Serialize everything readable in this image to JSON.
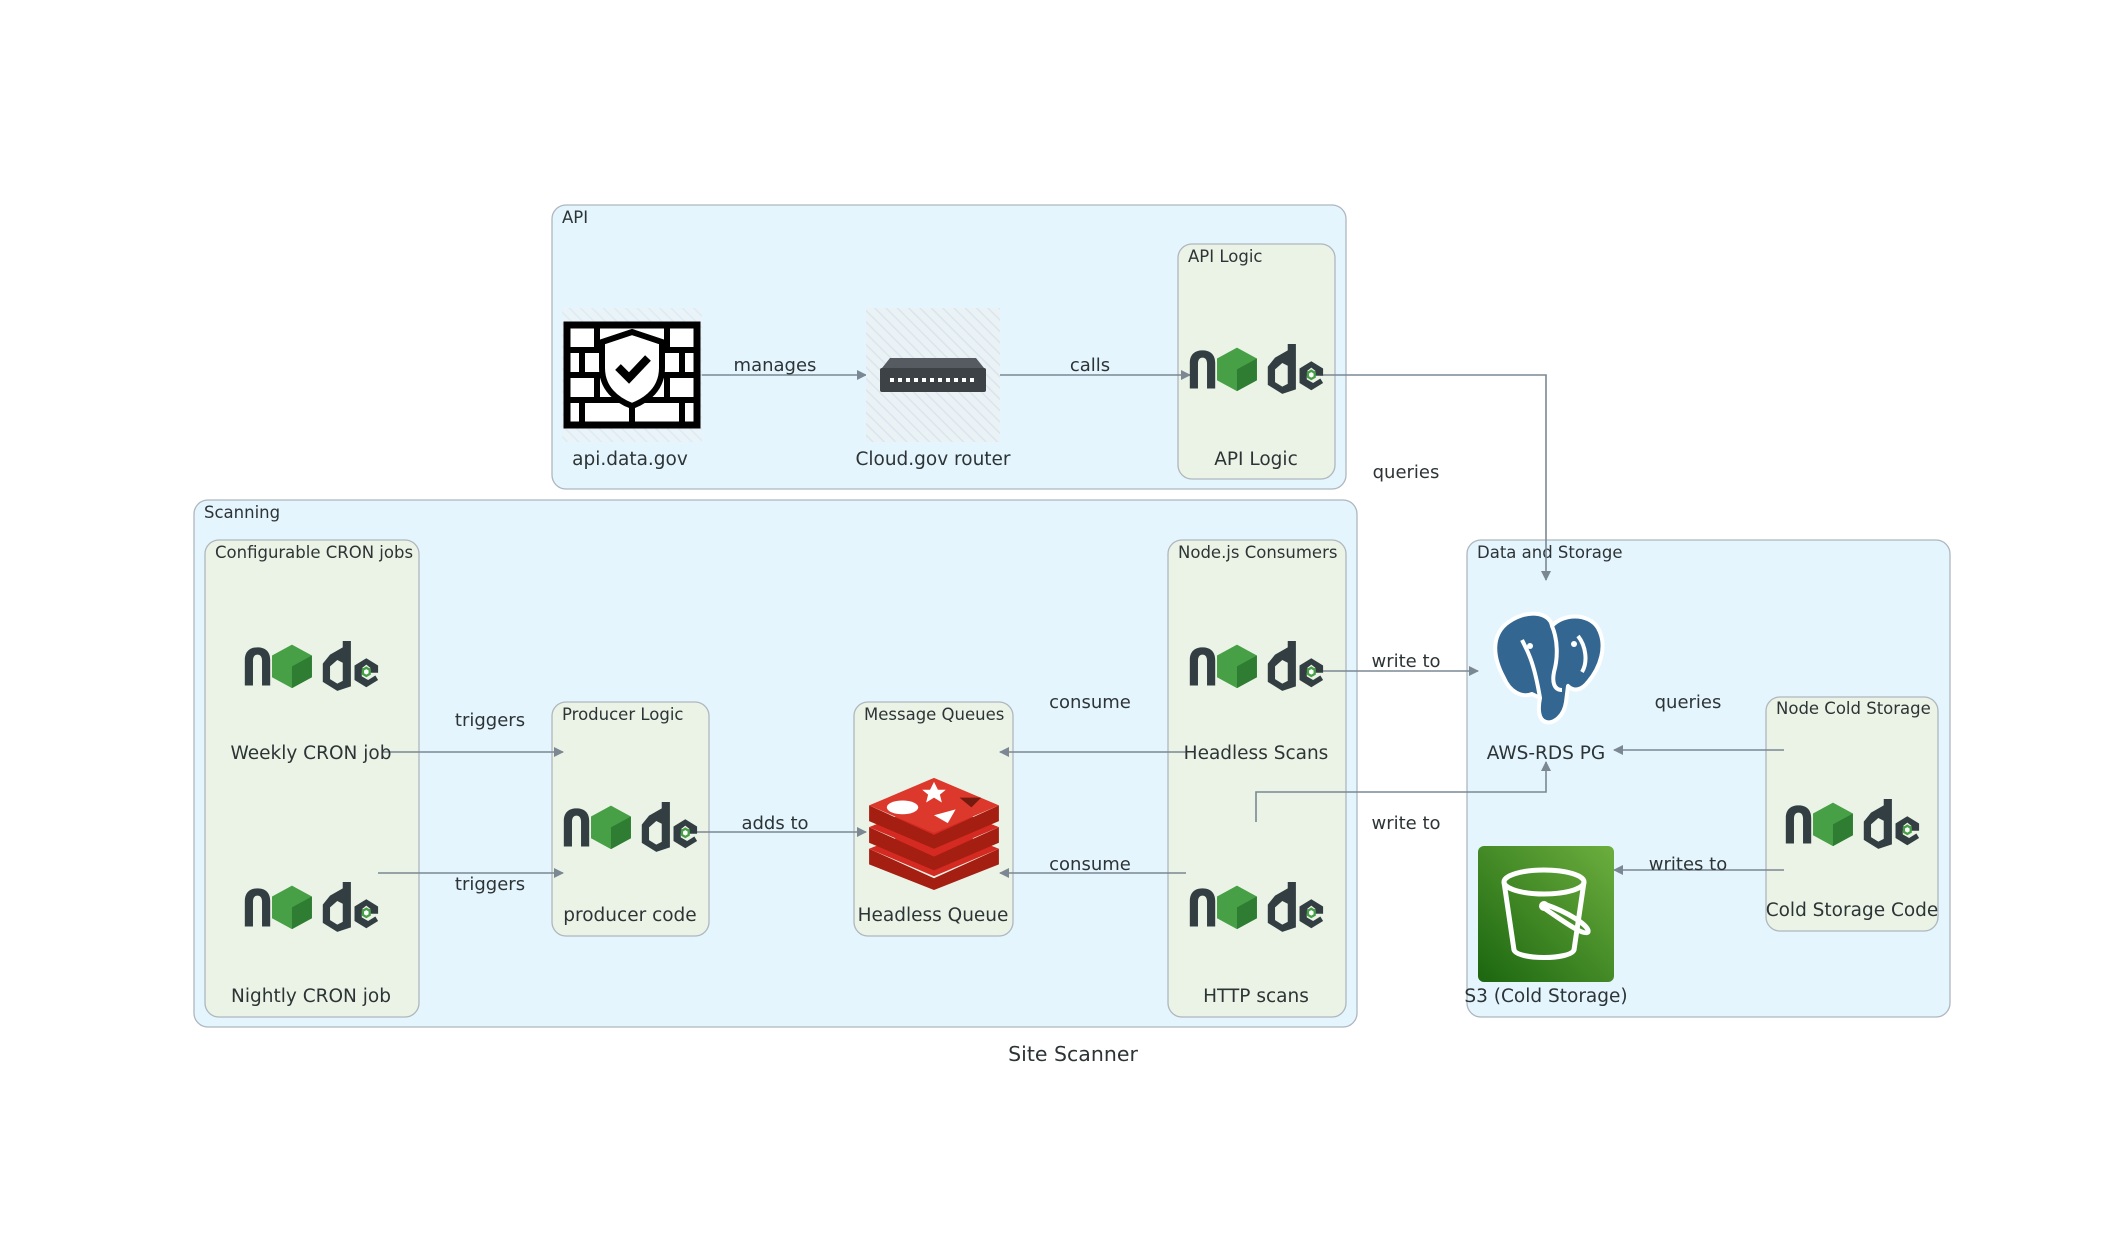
{
  "title": "Site Scanner",
  "clusters": {
    "api": "API",
    "api_logic": "API Logic",
    "scanning": "Scanning",
    "cron": "Configurable CRON jobs",
    "producer": "Producer Logic",
    "queues": "Message Queues",
    "consumers": "Node.js Consumers",
    "storage": "Data and Storage",
    "cold": "Node Cold Storage"
  },
  "nodes": {
    "api_data_gov": "api.data.gov",
    "router": "Cloud.gov router",
    "api_logic": "API Logic",
    "weekly": "Weekly CRON job",
    "nightly": "Nightly CRON job",
    "producer": "producer code",
    "queue": "Headless Queue",
    "headless_scans": "Headless Scans",
    "http_scans": "HTTP scans",
    "rds": "AWS-RDS PG",
    "s3": "S3 (Cold Storage)",
    "cold_code": "Cold Storage Code"
  },
  "edges": {
    "manages": "manages",
    "calls": "calls",
    "queries_api": "queries",
    "triggers_weekly": "triggers",
    "triggers_nightly": "triggers",
    "adds_to": "adds to",
    "consume_headless": "consume",
    "consume_http": "consume",
    "write_to_headless": "write to",
    "write_to_http": "write to",
    "queries_cold": "queries",
    "writes_to": "writes to"
  },
  "icons": {
    "firewall": "firewall-icon",
    "router": "router-icon",
    "nodejs": "nodejs-icon",
    "redis": "redis-icon",
    "postgresql": "postgresql-icon",
    "s3": "s3-bucket-icon"
  },
  "colors": {
    "outer_cluster": "#E5F5FD",
    "inner_cluster": "#EBF3E7",
    "edge": "#7B8894",
    "node_green": "#48A046",
    "node_dark": "#323E42",
    "redis_red": "#D52A22",
    "postgres_blue": "#336791",
    "s3_green": "#3E8D27"
  }
}
